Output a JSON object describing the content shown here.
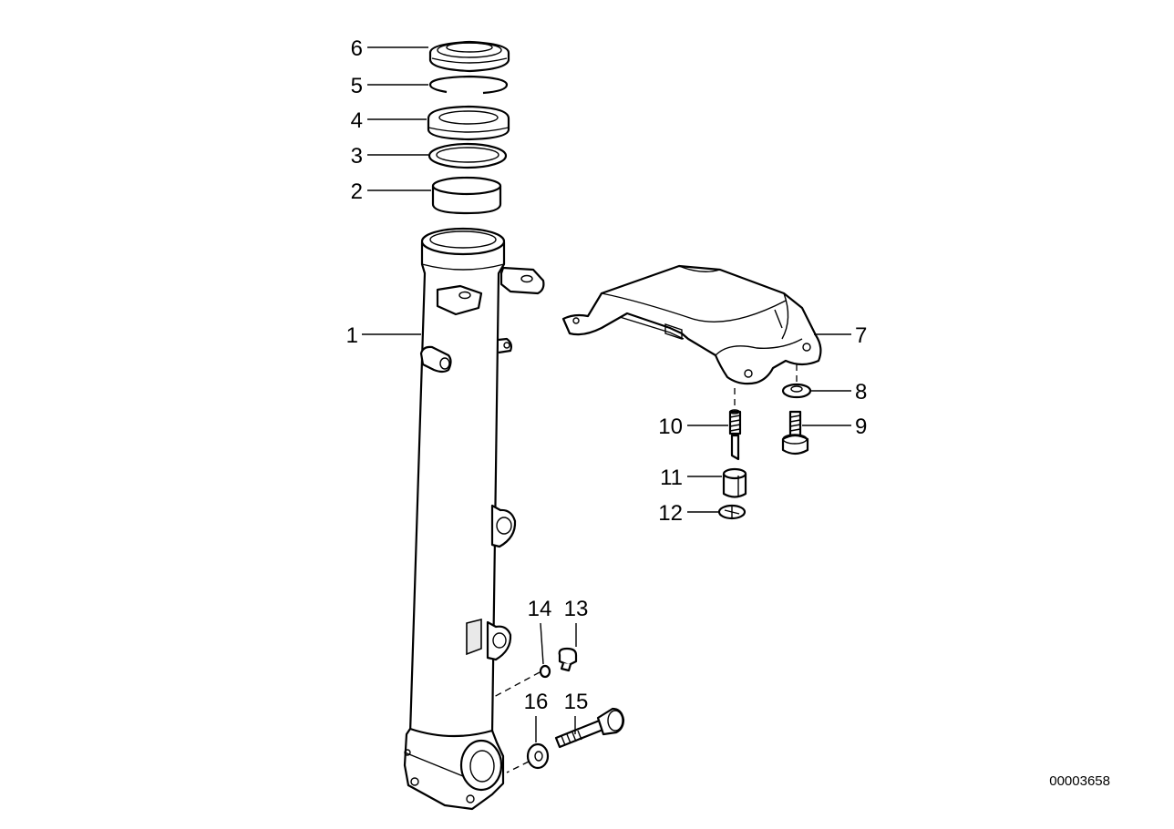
{
  "callouts": [
    "1",
    "2",
    "3",
    "4",
    "5",
    "6",
    "7",
    "8",
    "9",
    "10",
    "11",
    "12",
    "13",
    "14",
    "15",
    "16"
  ],
  "reference_number": "00003658",
  "colors": {
    "background": "#ffffff",
    "ink": "#000000"
  }
}
